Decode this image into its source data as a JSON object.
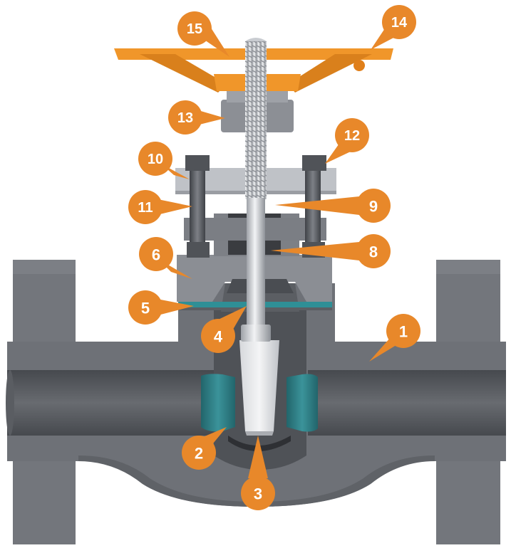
{
  "colors": {
    "body": "#6e7177",
    "body_dark": "#55585d",
    "body_light": "#8d9096",
    "bore": "#56595e",
    "seat": "#2f7c83",
    "stem": "#c9ccd1",
    "handwheel": "#f0962a",
    "callout": "#e8882a",
    "background": "#ffffff"
  },
  "callouts": [
    {
      "id": "c1",
      "number": "1"
    },
    {
      "id": "c2",
      "number": "2"
    },
    {
      "id": "c3",
      "number": "3"
    },
    {
      "id": "c4",
      "number": "4"
    },
    {
      "id": "c5",
      "number": "5"
    },
    {
      "id": "c6",
      "number": "6"
    },
    {
      "id": "c8",
      "number": "8"
    },
    {
      "id": "c9",
      "number": "9"
    },
    {
      "id": "c10",
      "number": "10"
    },
    {
      "id": "c11",
      "number": "11"
    },
    {
      "id": "c12",
      "number": "12"
    },
    {
      "id": "c13",
      "number": "13"
    },
    {
      "id": "c14",
      "number": "14"
    },
    {
      "id": "c15",
      "number": "15"
    }
  ]
}
